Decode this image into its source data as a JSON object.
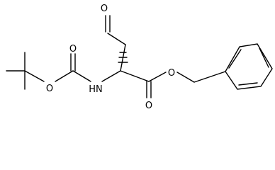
{
  "colors": {
    "bond": "#000000",
    "label": "#000000",
    "background": "#ffffff"
  },
  "atoms": {
    "aldehyde_o": "O",
    "carbamate_o_single": "O",
    "carbamate_o_double": "O",
    "amide_n": "HN",
    "ester_o_double": "O",
    "ester_o_single": "O"
  }
}
